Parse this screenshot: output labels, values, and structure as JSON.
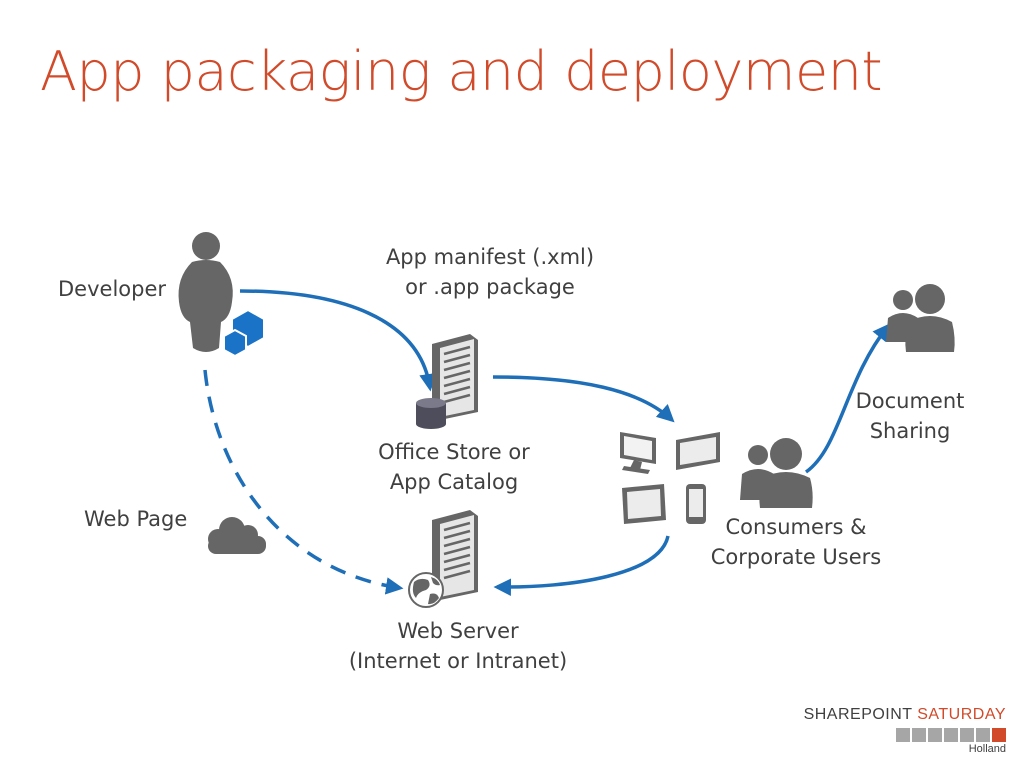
{
  "slide": {
    "title": "App packaging and deployment"
  },
  "labels": {
    "developer": "Developer",
    "manifest_line1": "App manifest (.xml)",
    "manifest_line2": "or .app package",
    "store_line1": "Office Store or",
    "store_line2": "App Catalog",
    "web_page": "Web Page",
    "document_line1": "Document",
    "document_line2": "Sharing",
    "consumers_line1": "Consumers &",
    "consumers_line2": "Corporate Users",
    "webserver_line1": "Web Server",
    "webserver_line2": "(Internet or Intranet)"
  },
  "branding": {
    "sharepoint": "SHAREPOINT",
    "saturday": "SATURDAY",
    "location": "Holland"
  },
  "colors": {
    "title": "#d14a2a",
    "arrow": "#1e6fb8",
    "icon_gray": "#666666",
    "cube_blue": "#1a73c6"
  }
}
